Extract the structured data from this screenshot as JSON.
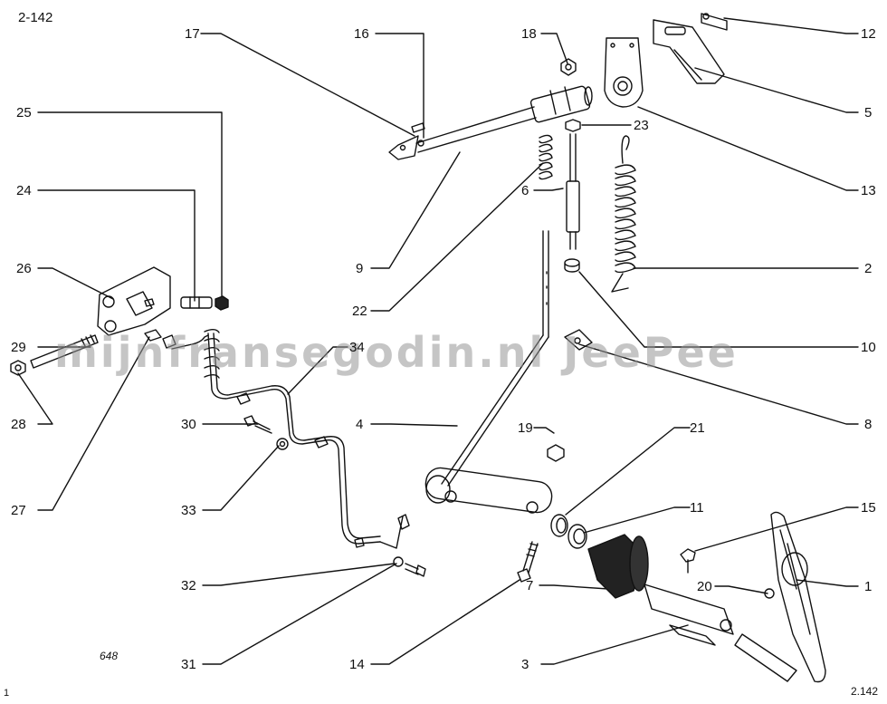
{
  "sheet": {
    "code_top_left": "2-142",
    "code_bottom_right": "2.142",
    "code_bottom_left": "648",
    "margin_mark": "1",
    "watermark": "mijnfransegodin.nl  JeePee"
  },
  "callouts": {
    "n1": "1",
    "n2": "2",
    "n3": "3",
    "n4": "4",
    "n5": "5",
    "n6": "6",
    "n7": "7",
    "n8": "8",
    "n9": "9",
    "n10": "10",
    "n11": "11",
    "n12": "12",
    "n13": "13",
    "n14": "14",
    "n15": "15",
    "n16": "16",
    "n17": "17",
    "n18": "18",
    "n19": "19",
    "n20": "20",
    "n21": "21",
    "n22": "22",
    "n23": "23",
    "n24": "24",
    "n25": "25",
    "n26": "26",
    "n27": "27",
    "n28": "28",
    "n29": "29",
    "n30": "30",
    "n31": "31",
    "n32": "32",
    "n33": "33",
    "n34": "34"
  },
  "colors": {
    "ink": "#111111",
    "paper": "#ffffff",
    "watermark": "#969696"
  }
}
